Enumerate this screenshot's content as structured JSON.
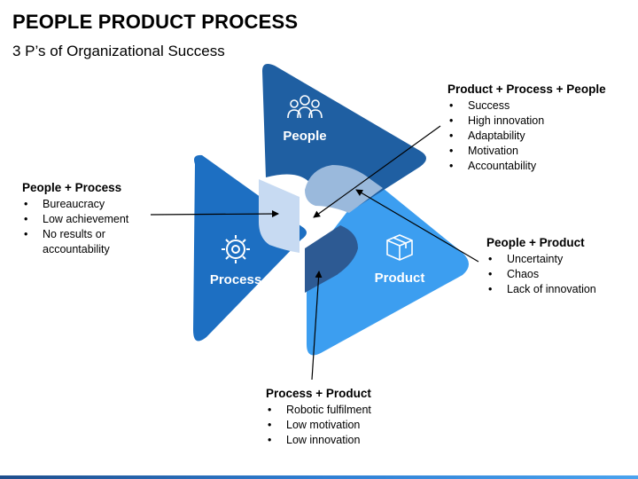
{
  "header": {
    "title": "PEOPLE PRODUCT PROCESS",
    "subtitle": "3 P’s of Organizational Success"
  },
  "segments": {
    "people": {
      "label": "People",
      "icon": "people-group-icon",
      "color": "#1f5fa2"
    },
    "process": {
      "label": "Process",
      "icon": "gear-icon",
      "color": "#1d6fc2"
    },
    "product": {
      "label": "Product",
      "icon": "box-icon",
      "color": "#3c9ef0"
    }
  },
  "callouts": {
    "all_three": {
      "heading": "Product + Process + People",
      "items": [
        "Success",
        "High innovation",
        "Adaptability",
        "Motivation",
        "Accountability"
      ]
    },
    "people_process": {
      "heading": "People + Process",
      "items": [
        "Bureaucracy",
        "Low achievement",
        "No results or accountability"
      ]
    },
    "people_product": {
      "heading": "People + Product",
      "items": [
        "Uncertainty",
        "Chaos",
        "Lack of innovation"
      ]
    },
    "process_product": {
      "heading": "Process + Product",
      "items": [
        "Robotic fulfilment",
        "Low motivation",
        "Low innovation"
      ]
    }
  },
  "colors": {
    "people": "#1f5fa2",
    "process": "#1d6fc2",
    "product": "#3c9ef0",
    "overlap_people_product": "#9ab9dc",
    "overlap_people_process": "#c7daf2",
    "overlap_process_product": "#2d5a93"
  }
}
